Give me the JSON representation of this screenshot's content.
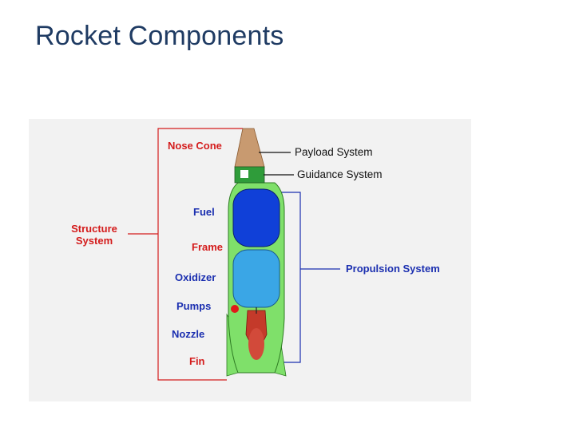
{
  "slide": {
    "title": "Rocket Components"
  },
  "diagram": {
    "labels": {
      "nose_cone": "Nose Cone",
      "payload_system": "Payload System",
      "guidance_system": "Guidance System",
      "fuel": "Fuel",
      "structure_system_line1": "Structure",
      "structure_system_line2": "System",
      "frame": "Frame",
      "propulsion_system": "Propulsion System",
      "oxidizer": "Oxidizer",
      "pumps": "Pumps",
      "nozzle": "Nozzle",
      "fin": "Fin"
    },
    "colors": {
      "structure": "#d41c1c",
      "component": "#1b2fb0",
      "body_green": "#7fe06a",
      "fuel_tank": "#1040d8",
      "oxidizer_tank": "#3aa6e6",
      "nose_cone": "#c89a70",
      "background": "#f2f2f2"
    }
  }
}
